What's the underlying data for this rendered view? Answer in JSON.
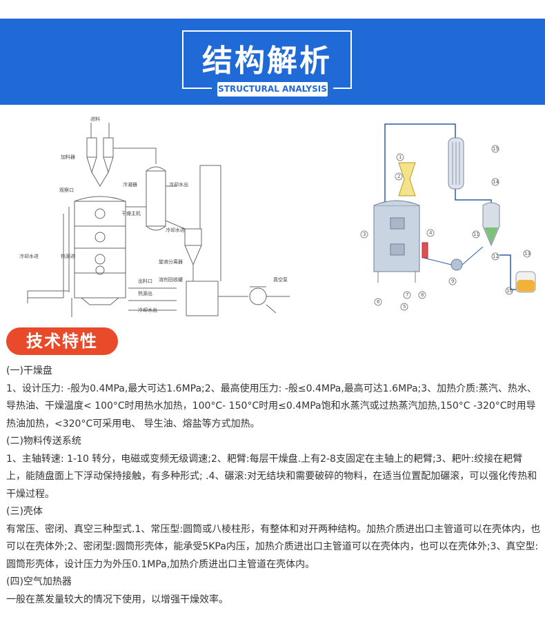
{
  "header": {
    "title": "结构解析",
    "subtitle": "STRUCTURAL ANALYSIS"
  },
  "diagram_left": {
    "labels": {
      "top_pipe": "进料",
      "feeder": "加料器",
      "view_port": "观察口",
      "condenser": "冷凝器",
      "cool_out_top": "冷却水出",
      "dryer_main": "干燥主机",
      "cool_in_top": "冷却水进",
      "cyclone": "旋液分离器",
      "cool_in_left": "冷却水进",
      "heat_in_left": "热源进",
      "discharge": "出料口",
      "heat_out": "热源出",
      "cool_out_bottom": "冷却水出",
      "solvent_tank": "溶剂回收罐",
      "vacuum_pump": "真空泵"
    }
  },
  "diagram_right": {
    "numbers": [
      "1",
      "2",
      "3",
      "4",
      "5",
      "6",
      "7",
      "8",
      "9",
      "10",
      "11",
      "12",
      "13",
      "14",
      "15"
    ]
  },
  "section": {
    "title": "技术特性"
  },
  "content": {
    "h1": "(一)干燥盘",
    "p1": "1、设计压力: -般为0.4MPa,最大可达1.6MPa;2、最高使用压力: -般≤0.4MPa,最高可达1.6MPa;3、加热介质:蒸汽、热水、导热油、干燥温度< 100°C时用热水加热，100°C- 150°C时用≤0.4MPa饱和水蒸汽或过热蒸汽加热,150°C -320°C时用导热油加热，<320°C可采用电、 导生油、熔盐等方式加热。",
    "h2": "(二)物料传送系统",
    "p2": "1、主轴转速: 1-10 转分，电磁或变频无级调速;2、耙臂:每层干燥盘.上有2-8支固定在主轴上的耙臂;3、耙叶:绞接在耙臂上，能随盘面上下浮动保持接触，有多种形式; .4、碾滚:对无结块和需要破碎的物料，在适当位置配加碾滚，可以强化传热和干燥过程。",
    "h3": "(三)壳体",
    "p3": "有常压、密闭、真空三种型式.1、常压型:圆筒或八棱柱形，有整体和对开两种结构。加热介质进出口主管道可以在壳体内，也可以在壳体外;2、密闭型:圆筒形壳体，能承受5KPa内压，加热介质进出口主管道可以在壳体内，也可以在壳体外;3、真空型:圆筒形壳体，设计压力为外压0.1MPa,加热介质进出口主管道在壳体内。",
    "h4": "(四)空气加热器",
    "p4": "一般在蒸发量较大的情况下使用，以增强干燥效率。"
  },
  "colors": {
    "banner": "#1f6ad6",
    "tag": "#e84a2a"
  }
}
